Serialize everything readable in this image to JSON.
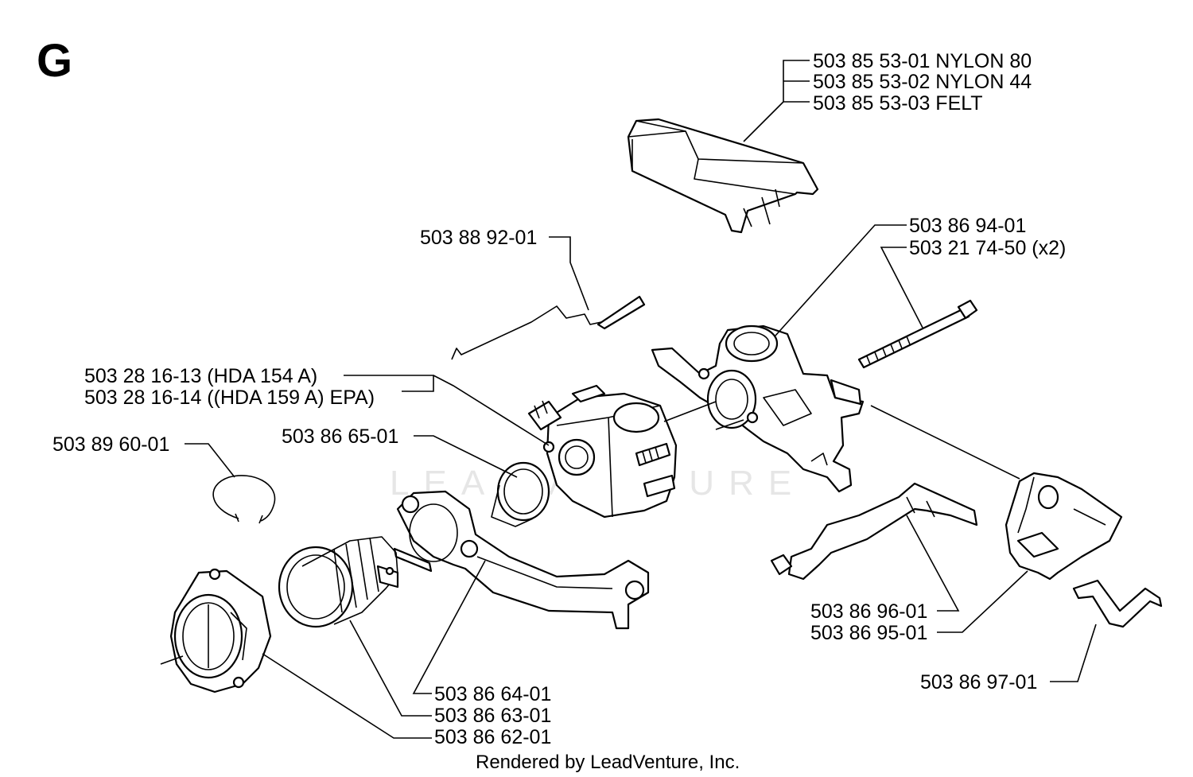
{
  "section": "G",
  "watermark": "LEADVENTURE",
  "footer": "Rendered by LeadVenture, Inc.",
  "labels": {
    "air_filter_nylon80": "503 85 53-01 NYLON 80",
    "air_filter_nylon44": "503 85 53-02 NYLON 44",
    "air_filter_felt": "503 85 53-03 FELT",
    "choke_rod": "503 88 92-01",
    "carb_bracket": "503 86 94-01",
    "bolt": "503 21 74-50 (x2)",
    "carb_154": "503 28 16-13 (HDA 154 A)",
    "carb_159": "503 28 16-14 ((HDA 159 A) EPA)",
    "gasket_ring": "503 86 65-01",
    "circlip": "503 89 60-01",
    "throttle_rod": "503 86 96-01",
    "throttle_trigger": "503 86 95-01",
    "spring": "503 86 97-01",
    "flange": "503 86 64-01",
    "intake_boot": "503 86 63-01",
    "adapter_plate": "503 86 62-01"
  }
}
